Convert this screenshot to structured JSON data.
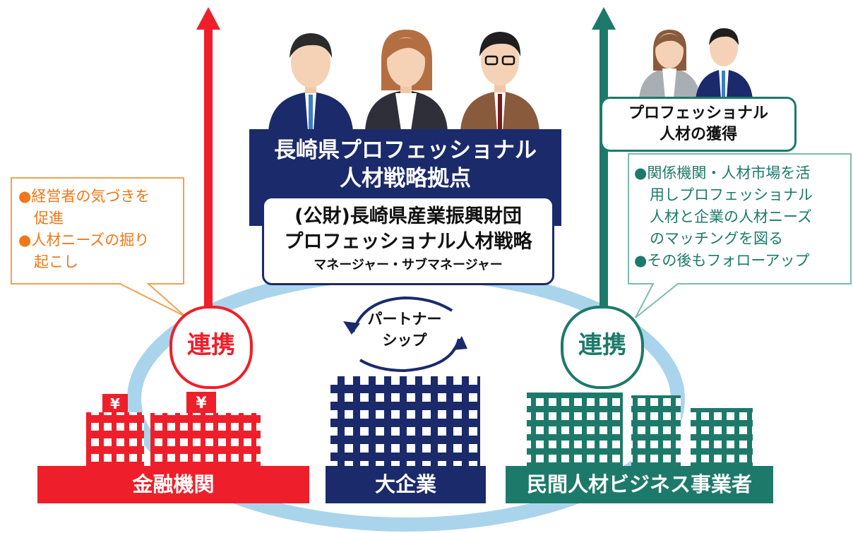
{
  "hq": {
    "title_line1": "長崎県プロフェッショナル",
    "title_line2": "人材戦略拠点"
  },
  "foundation": {
    "line1": "(公財)長崎県産業振興財団",
    "line2": "プロフェッショナル人材戦略",
    "line3": "マネージャー・サブマネージャー"
  },
  "acquisition": {
    "line1": "プロフェッショナル",
    "line2": "人材の獲得"
  },
  "left_callout": {
    "item1_line1": "●経営者の気づきを",
    "item1_line2": "促進",
    "item2_line1": "●人材ニーズの掘り",
    "item2_line2": "起こし"
  },
  "right_callout": {
    "line1": "●関係機関・人材市場を活",
    "line2": "用しプロフェッショナル",
    "line3": "人材と企業の人材ニーズ",
    "line4": "のマッチングを図る",
    "line5": "●その後もフォローアップ"
  },
  "cooperation_label": "連携",
  "partnership": {
    "line1": "パートナー",
    "line2": "シップ"
  },
  "yen_symbol": "¥",
  "entities": {
    "finance": "金融機関",
    "large_corp": "大企業",
    "hr_business": "民間人材ビジネス事業者"
  },
  "colors": {
    "red": "#ee1f2a",
    "navy": "#1b2a6b",
    "teal": "#1d7a6a",
    "orange": "#f07818",
    "cycle": "#a9d4ec"
  }
}
